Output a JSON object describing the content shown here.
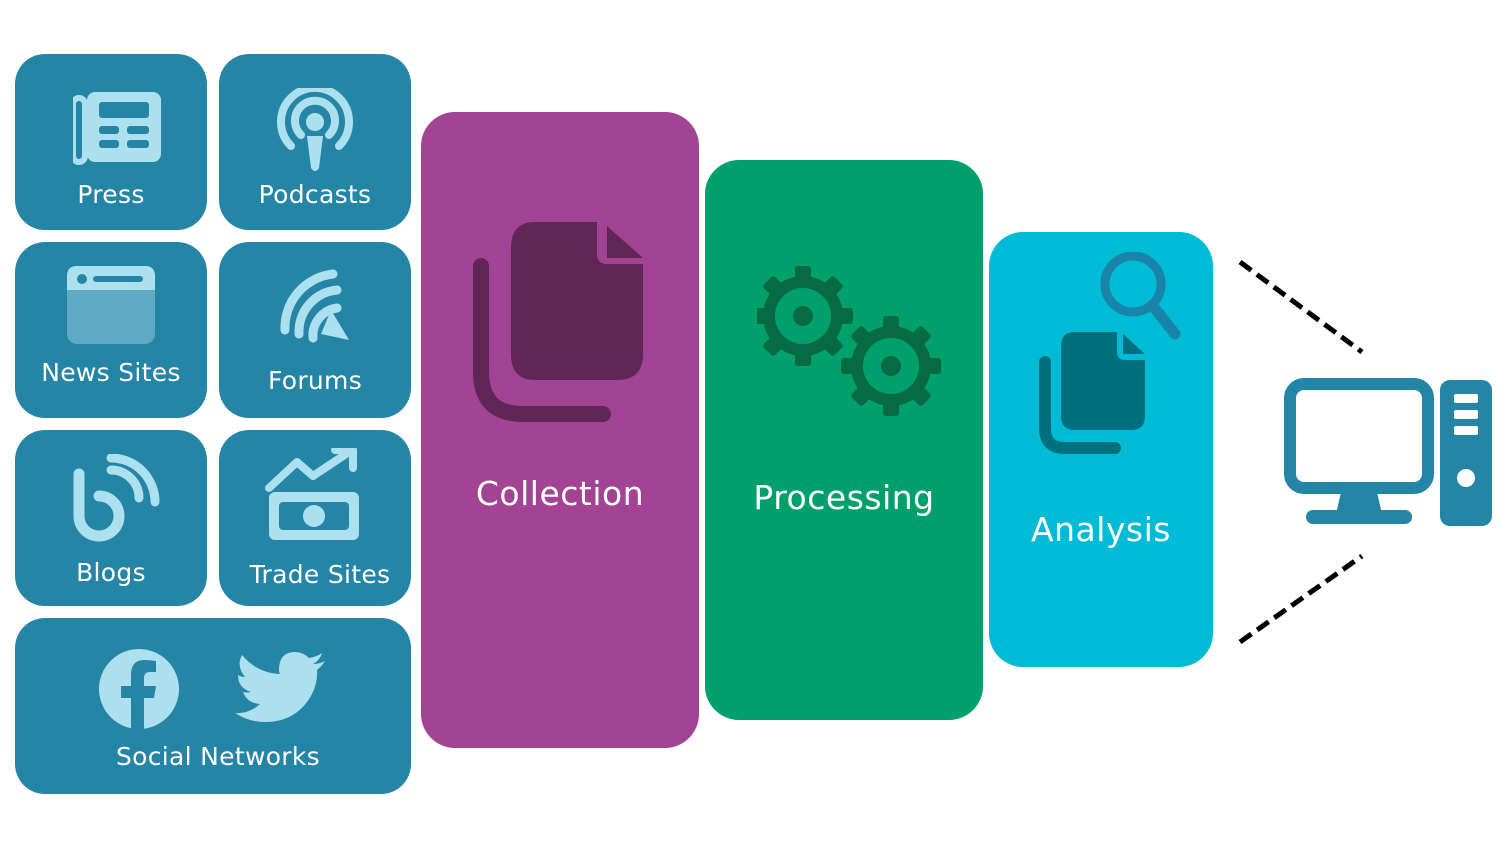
{
  "colors": {
    "source_tile": "#2585a6",
    "source_icon": "#ade0ef",
    "collection": "#a24394",
    "collection_icon": "#5f2656",
    "processing": "#00a06c",
    "processing_icon": "#066a44",
    "analysis": "#00bbd6",
    "analysis_icon": "#01707e",
    "computer": "#2585a6"
  },
  "sources": {
    "press": {
      "label": "Press",
      "icon": "newspaper-icon"
    },
    "podcasts": {
      "label": "Podcasts",
      "icon": "podcast-icon"
    },
    "news_sites": {
      "label": "News Sites",
      "icon": "browser-window-icon"
    },
    "forums": {
      "label": "Forums",
      "icon": "forum-feed-icon"
    },
    "blogs": {
      "label": "Blogs",
      "icon": "blog-icon"
    },
    "trade_sites": {
      "label": "Trade Sites",
      "icon": "money-trend-icon"
    },
    "social_networks": {
      "label": "Social Networks",
      "icons": [
        "facebook-icon",
        "twitter-icon"
      ]
    }
  },
  "stages": {
    "collection": {
      "label": "Collection",
      "icon": "documents-icon"
    },
    "processing": {
      "label": "Processing",
      "icon": "gears-icon"
    },
    "analysis": {
      "label": "Analysis",
      "icon": "document-search-icon"
    }
  },
  "output": {
    "icon": "desktop-computer-icon"
  }
}
